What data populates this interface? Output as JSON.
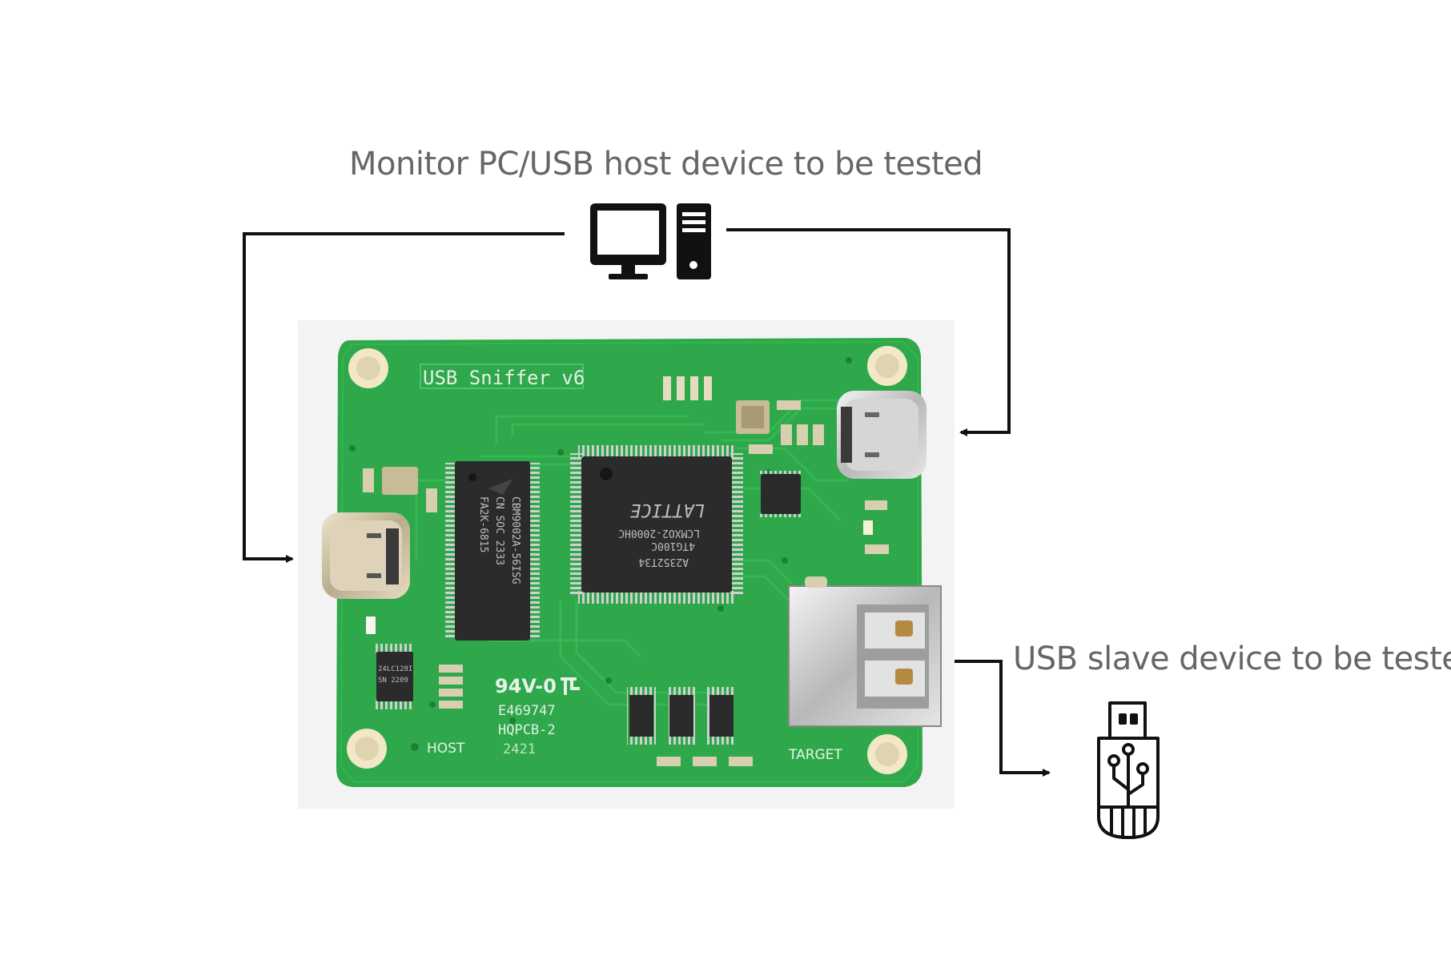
{
  "captions": {
    "top": "Monitor PC/USB host device to be tested",
    "right": "USB slave device to be tested"
  },
  "board": {
    "name_silk": "USB Sniffer v6",
    "rating_silk": "94V-0",
    "cert_silk": "E469747",
    "maker_silk": "HQPCB-2",
    "date_silk": "2421",
    "host_silk": "HOST",
    "target_silk": "TARGET"
  },
  "chips": {
    "fpga": {
      "brand": "LATTICE",
      "part": "LCMXO2-2000HC",
      "grade": "4TG100C",
      "lot": "A2352T34"
    },
    "controller": {
      "line1": "CBM9002A-56ISG",
      "line2": "CN   SOC  2333",
      "line3": "FA2K-6815"
    },
    "eeprom": {
      "line1": "24LC128I",
      "line2": "SN 2209"
    }
  },
  "icons": [
    "desktop-computer-icon",
    "usb-flash-drive-icon"
  ],
  "colors": {
    "board_green": "#2ea84a",
    "arrow": "#111111",
    "caption": "#666666"
  }
}
